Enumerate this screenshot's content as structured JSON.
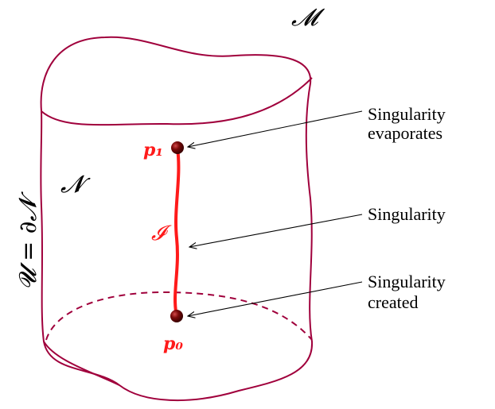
{
  "colors": {
    "outline": "#a0003c",
    "singularity": "#ff1a1a",
    "label_red": "#ff1a1a",
    "point_fill": "#7a0a0a",
    "text": "#000000"
  },
  "labels": {
    "manifold": "𝓜",
    "region": "𝓝",
    "boundary": "𝓤 = ∂𝓝",
    "interval": "𝓘",
    "p1": "𝒑₁",
    "p0": "𝒑₀"
  },
  "annotations": {
    "evaporates_line1": "Singularity",
    "evaporates_line2": "evaporates",
    "singularity": "Singularity",
    "created_line1": "Singularity",
    "created_line2": "created"
  }
}
